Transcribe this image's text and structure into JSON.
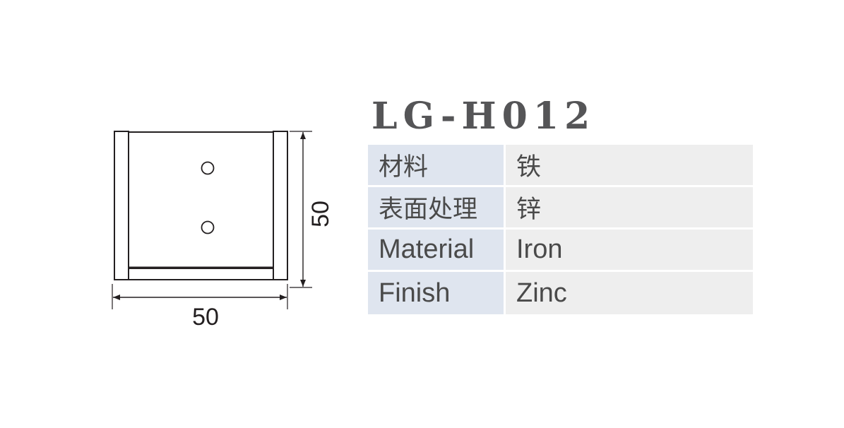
{
  "product": {
    "model": "LG-H012"
  },
  "dimensions": {
    "width": "50",
    "height": "50"
  },
  "specs": [
    {
      "label": "材料",
      "value": "铁"
    },
    {
      "label": "表面处理",
      "value": "锌"
    },
    {
      "label": "Material",
      "value": "Iron"
    },
    {
      "label": "Finish",
      "value": "Zinc"
    }
  ],
  "colors": {
    "line": "#231f20",
    "title": "#555557",
    "label_bg": "#dfe5ef",
    "value_bg": "#eeeeee",
    "text": "#4a4a4a"
  }
}
